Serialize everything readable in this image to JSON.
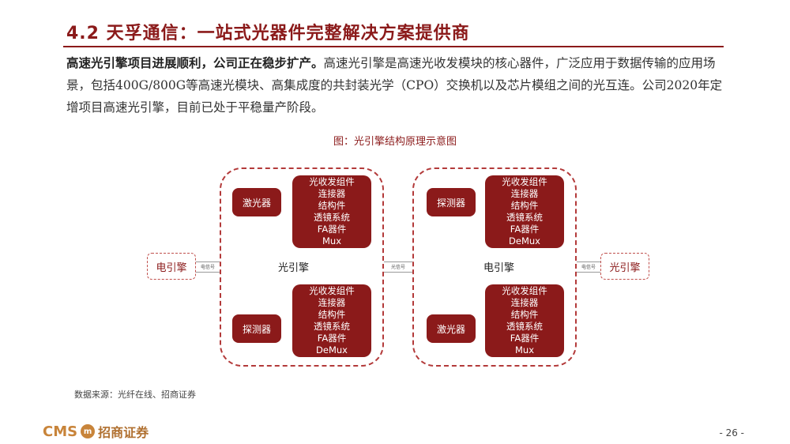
{
  "header": {
    "section_title": "4.2 天孚通信：一站式光器件完整解决方案提供商"
  },
  "body": {
    "lead_bold": "高速光引擎项目进展顺利，公司正在稳步扩产。",
    "text": "高速光引擎是高速光收发模块的核心器件，广泛应用于数据传输的应用场景，包括400G/800G等高速光模块、高集成度的共封装光学（CPO）交换机以及芯片模组之间的光互连。公司2020年定增项目高速光引擎，目前已处于平稳量产阶段。"
  },
  "figure": {
    "caption": "图：光引擎结构原理示意图",
    "left_engine": {
      "label": "光引擎",
      "top_small": "激光器",
      "top_list": [
        "光收发组件",
        "连接器",
        "结构件",
        "透镜系统",
        "FA器件",
        "Mux"
      ],
      "bottom_small": "探测器",
      "bottom_list": [
        "光收发组件",
        "连接器",
        "结构件",
        "透镜系统",
        "FA器件",
        "DeMux"
      ]
    },
    "right_engine": {
      "label": "电引擎",
      "top_small": "探测器",
      "top_list": [
        "光收发组件",
        "连接器",
        "结构件",
        "透镜系统",
        "FA器件",
        "DeMux"
      ],
      "bottom_small": "激光器",
      "bottom_list": [
        "光收发组件",
        "连接器",
        "结构件",
        "透镜系统",
        "FA器件",
        "Mux"
      ]
    },
    "ext_left": "电引擎",
    "ext_right": "光引擎",
    "signal_left": "电信号",
    "signal_mid": "光信号",
    "signal_right": "电信号"
  },
  "source": "数据来源：光纤在线、招商证券",
  "footer": {
    "logo_cms": "CMS",
    "logo_mark": "m",
    "logo_cn": "招商证券",
    "page": "- 26 -"
  },
  "colors": {
    "accent": "#8b1a1a",
    "dashed": "#b33a3a",
    "logo": "#c8843a"
  }
}
